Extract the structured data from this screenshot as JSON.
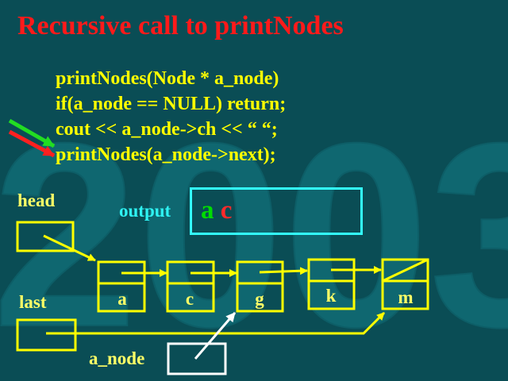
{
  "title": "Recursive call to printNodes",
  "code_lines": [
    "printNodes(Node * a_node)",
    "if(a_node == NULL) return;",
    "cout << a_node->ch << “ “;",
    "printNodes(a_node->next);"
  ],
  "watermark_text": "2003",
  "labels": {
    "head": "head",
    "last": "last",
    "a_node": "a_node",
    "output": "output"
  },
  "output_chars": [
    "a",
    "c"
  ],
  "nodes": [
    "a",
    "c",
    "g",
    "k",
    "m"
  ],
  "colors": {
    "background": "#0a4d55",
    "title": "#ff1a1a",
    "code": "#ffff00",
    "box_outline": "#ffff00",
    "output_border": "#33ffff",
    "output_label": "#2ef2f2",
    "arrow_green": "#22dd22",
    "arrow_red": "#ff2020",
    "a_node_box": "#ffffff"
  }
}
